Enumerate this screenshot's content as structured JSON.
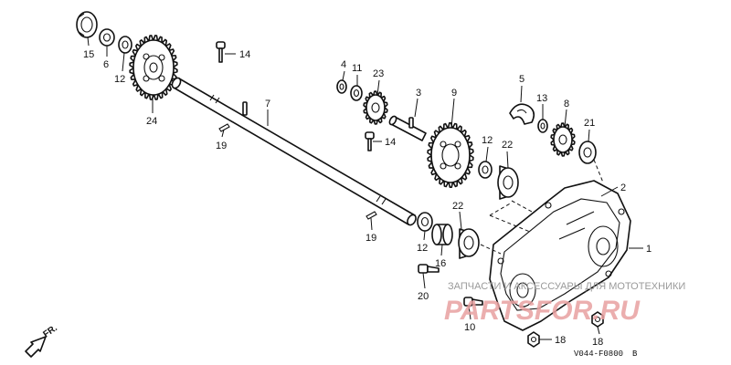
{
  "diagram": {
    "part_labels": [
      {
        "id": "15",
        "text": "15"
      },
      {
        "id": "6",
        "text": "6"
      },
      {
        "id": "12a",
        "text": "12"
      },
      {
        "id": "24",
        "text": "24"
      },
      {
        "id": "14a",
        "text": "14"
      },
      {
        "id": "7",
        "text": "7"
      },
      {
        "id": "19a",
        "text": "19"
      },
      {
        "id": "4",
        "text": "4"
      },
      {
        "id": "11",
        "text": "11"
      },
      {
        "id": "23",
        "text": "23"
      },
      {
        "id": "3",
        "text": "3"
      },
      {
        "id": "14b",
        "text": "14"
      },
      {
        "id": "9",
        "text": "9"
      },
      {
        "id": "12b",
        "text": "12"
      },
      {
        "id": "22a",
        "text": "22"
      },
      {
        "id": "5",
        "text": "5"
      },
      {
        "id": "13",
        "text": "13"
      },
      {
        "id": "8",
        "text": "8"
      },
      {
        "id": "21",
        "text": "21"
      },
      {
        "id": "2",
        "text": "2"
      },
      {
        "id": "1",
        "text": "1"
      },
      {
        "id": "22b",
        "text": "22"
      },
      {
        "id": "19b",
        "text": "19"
      },
      {
        "id": "12c",
        "text": "12"
      },
      {
        "id": "16",
        "text": "16"
      },
      {
        "id": "20",
        "text": "20"
      },
      {
        "id": "10",
        "text": "10"
      },
      {
        "id": "18a",
        "text": "18"
      },
      {
        "id": "18b",
        "text": "18"
      }
    ],
    "direction_label": "FR.",
    "diagram_code": "V044-F0800",
    "diagram_code_suffix": "B"
  },
  "watermark": {
    "caption": "ЗАПЧАСТИ И АКСЕССУАРЫ ДЛЯ МОТОТЕХНИКИ",
    "logo_text": "PARTSFOR.RU",
    "color": "#e8a0a0"
  }
}
